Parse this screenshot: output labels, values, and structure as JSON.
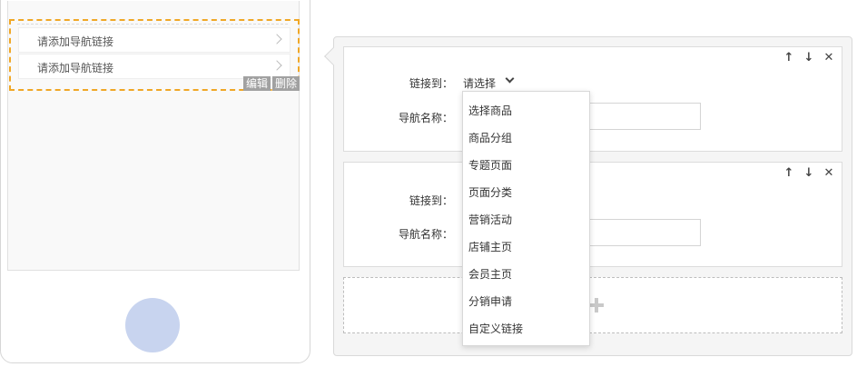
{
  "phone": {
    "nav_items": [
      {
        "label": "请添加导航链接"
      },
      {
        "label": "请添加导航链接"
      }
    ],
    "edit_label": "编辑",
    "delete_label": "删除"
  },
  "editor": {
    "cards": [
      {
        "link_label": "链接到：",
        "link_value": "请选择",
        "name_label": "导航名称：",
        "name_value": ""
      },
      {
        "link_label": "链接到：",
        "link_value": "",
        "name_label": "导航名称：",
        "name_value": ""
      }
    ],
    "tool_icons": [
      "arrow-up-icon",
      "arrow-down-icon",
      "close-icon"
    ]
  },
  "dropdown": {
    "options": [
      "选择商品",
      "商品分组",
      "专题页面",
      "页面分类",
      "营销活动",
      "店铺主页",
      "会员主页",
      "分销申请",
      "自定义链接"
    ]
  },
  "colors": {
    "selection_border": "#f0a726",
    "home_button": "#c8d4ef",
    "mini_button": "#a1a1a1"
  }
}
